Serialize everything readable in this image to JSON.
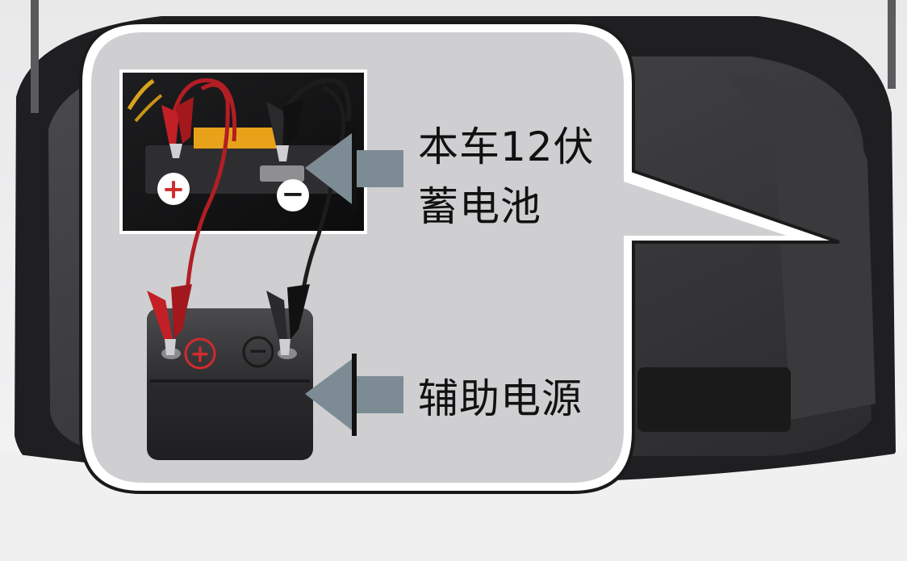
{
  "labels": {
    "vehicle_battery_line1": "本车12伏",
    "vehicle_battery_line2": "蓄电池",
    "auxiliary_power": "辅助电源"
  },
  "terminals": {
    "positive": "+",
    "negative": "−"
  },
  "icons": {
    "positive_terminal": "plus-circle-icon",
    "negative_terminal": "minus-circle-icon",
    "pointer": "arrow-left-icon",
    "clamp": "alligator-clamp-icon"
  },
  "colors": {
    "callout_fill": "#cfcfd1",
    "callout_border": "#ffffff",
    "callout_outline": "#1a1a1a",
    "arrow": "#7d8c94",
    "positive_cable": "#b21e24",
    "negative_cable": "#1c1c1c",
    "positive_mark": "#d22a2e",
    "battery_body": "#2f2f31"
  }
}
